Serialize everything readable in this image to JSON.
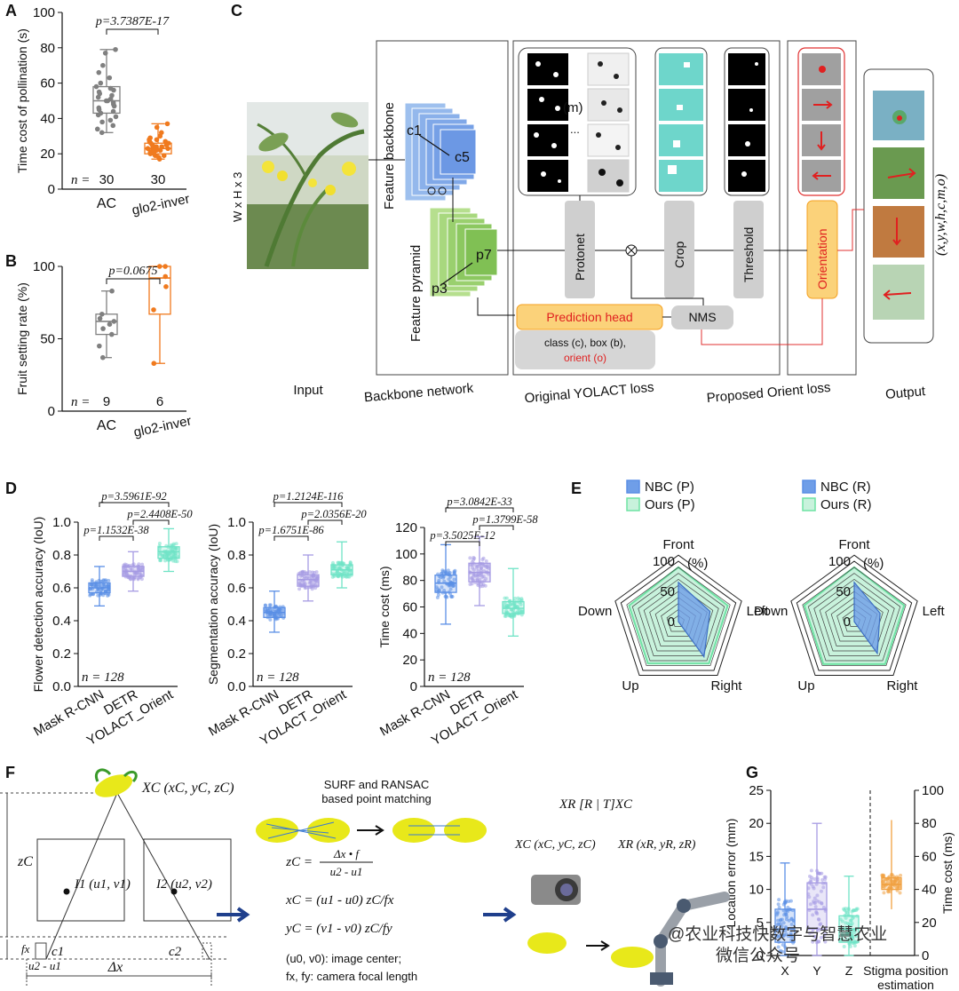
{
  "panel_labels": {
    "a": "A",
    "b": "B",
    "c": "C",
    "d": "D",
    "e": "E",
    "f": "F",
    "g": "G"
  },
  "watermark": {
    "line1": "@农业科技快数字与智慧农业",
    "line2": "微信公众号"
  },
  "chart_data": [
    {
      "id": "A",
      "type": "box",
      "ylabel": "Time cost of pollination (s)",
      "categories": [
        "AC",
        "glo2-inver"
      ],
      "n_prefix": "n =",
      "n_values": [
        "30",
        "30"
      ],
      "p_label": "p=3.7387E-17",
      "ylim": [
        0,
        100
      ],
      "yticks": [
        0,
        20,
        40,
        60,
        80,
        100
      ],
      "colors": [
        "#808080",
        "#f07a1e"
      ],
      "series": [
        {
          "name": "AC",
          "min": 32,
          "q1": 43,
          "median": 50,
          "q3": 58,
          "max": 79,
          "points": [
            32,
            34,
            36,
            38,
            39,
            41,
            42,
            43,
            44,
            45,
            46,
            47,
            48,
            49,
            50,
            50,
            51,
            52,
            53,
            54,
            55,
            56,
            57,
            58,
            60,
            63,
            66,
            70,
            77,
            79
          ]
        },
        {
          "name": "glo2-inver",
          "min": 17,
          "q1": 20,
          "median": 23,
          "q3": 26,
          "max": 37,
          "points": [
            17,
            18,
            19,
            19,
            20,
            20,
            21,
            21,
            22,
            22,
            22,
            23,
            23,
            23,
            24,
            24,
            24,
            25,
            25,
            26,
            26,
            27,
            27,
            28,
            28,
            29,
            30,
            32,
            35,
            37
          ]
        }
      ]
    },
    {
      "id": "B",
      "type": "box",
      "ylabel": "Fruit setting rate (%)",
      "categories": [
        "AC",
        "glo2-inver"
      ],
      "n_prefix": "n =",
      "n_values": [
        "9",
        "6"
      ],
      "p_label": "p=0.0675",
      "ylim": [
        0,
        100
      ],
      "yticks": [
        0,
        50,
        100
      ],
      "colors": [
        "#808080",
        "#f07a1e"
      ],
      "series": [
        {
          "name": "AC",
          "min": 37,
          "q1": 53,
          "median": 62,
          "q3": 67,
          "max": 83,
          "points": [
            37,
            45,
            53,
            57,
            60,
            62,
            64,
            67,
            83
          ]
        },
        {
          "name": "glo2-inver",
          "min": 33,
          "q1": 67,
          "median": 92,
          "q3": 100,
          "max": 100,
          "points": [
            33,
            70,
            86,
            93,
            100,
            100
          ]
        }
      ]
    },
    {
      "id": "D1",
      "type": "box",
      "ylabel": "Flower detection accuracy (IoU)",
      "categories": [
        "Mask R-CNN",
        "DETR",
        "YOLACT_Orient"
      ],
      "n_label": "n = 128",
      "p_labels": [
        "p=1.1532E-38",
        "p=2.4408E-50",
        "p=3.5961E-92"
      ],
      "ylim": [
        0,
        1.0
      ],
      "yticks": [
        "0.0",
        "0.2",
        "0.4",
        "0.6",
        "0.8",
        "1.0"
      ],
      "colors": [
        "#5b8fe6",
        "#a69be3",
        "#6fe3c6"
      ],
      "series": [
        {
          "name": "Mask R-CNN",
          "min": 0.49,
          "q1": 0.57,
          "median": 0.6,
          "q3": 0.63,
          "max": 0.73
        },
        {
          "name": "DETR",
          "min": 0.58,
          "q1": 0.67,
          "median": 0.7,
          "q3": 0.73,
          "max": 0.82
        },
        {
          "name": "YOLACT_Orient",
          "min": 0.7,
          "q1": 0.78,
          "median": 0.82,
          "q3": 0.85,
          "max": 0.96
        }
      ]
    },
    {
      "id": "D2",
      "type": "box",
      "ylabel": "Segmentation accuracy (IoU)",
      "categories": [
        "Mask R-CNN",
        "DETR",
        "YOLACT_Orient"
      ],
      "n_label": "n = 128",
      "p_labels": [
        "p=1.6751E-86",
        "p=2.0356E-20",
        "p=1.2124E-116"
      ],
      "ylim": [
        0,
        1.0
      ],
      "yticks": [
        "0.0",
        "0.2",
        "0.4",
        "0.6",
        "0.8",
        "1.0"
      ],
      "colors": [
        "#5b8fe6",
        "#a69be3",
        "#6fe3c6"
      ],
      "series": [
        {
          "name": "Mask R-CNN",
          "min": 0.33,
          "q1": 0.42,
          "median": 0.45,
          "q3": 0.48,
          "max": 0.58
        },
        {
          "name": "DETR",
          "min": 0.52,
          "q1": 0.61,
          "median": 0.65,
          "q3": 0.68,
          "max": 0.8
        },
        {
          "name": "YOLACT_Orient",
          "min": 0.6,
          "q1": 0.68,
          "median": 0.71,
          "q3": 0.74,
          "max": 0.88
        }
      ]
    },
    {
      "id": "D3",
      "type": "box",
      "ylabel": "Time cost (ms)",
      "categories": [
        "Mask R-CNN",
        "DETR",
        "YOLACT_Orient"
      ],
      "n_label": "n = 128",
      "p_labels": [
        "p=3.5025E-12",
        "p=1.3799E-58",
        "p=3.0842E-33"
      ],
      "ylim": [
        0,
        120
      ],
      "yticks": [
        "0",
        "20",
        "40",
        "60",
        "80",
        "100",
        "120"
      ],
      "colors": [
        "#5b8fe6",
        "#a69be3",
        "#6fe3c6"
      ],
      "series": [
        {
          "name": "Mask R-CNN",
          "min": 47,
          "q1": 71,
          "median": 78,
          "q3": 84,
          "max": 107
        },
        {
          "name": "DETR",
          "min": 61,
          "q1": 79,
          "median": 86,
          "q3": 93,
          "max": 113
        },
        {
          "name": "YOLACT_Orient",
          "min": 38,
          "q1": 55,
          "median": 59,
          "q3": 64,
          "max": 89
        }
      ]
    },
    {
      "id": "E1",
      "type": "radar",
      "axes": [
        "Front",
        "Left",
        "Right",
        "Up",
        "Down"
      ],
      "rticks": [
        "0",
        "50",
        "100"
      ],
      "unit": "(%)",
      "series": [
        {
          "name": "NBC (P)",
          "color": "#5b8fe6",
          "values": [
            65,
            55,
            72,
            0,
            0
          ]
        },
        {
          "name": "Ours (P)",
          "color": "#6fe3a4",
          "values": [
            90,
            86,
            86,
            86,
            86
          ]
        }
      ]
    },
    {
      "id": "E2",
      "type": "radar",
      "axes": [
        "Front",
        "Left",
        "Right",
        "Up",
        "Down"
      ],
      "rticks": [
        "0",
        "50",
        "100"
      ],
      "unit": "(%)",
      "series": [
        {
          "name": "NBC (R)",
          "color": "#5b8fe6",
          "values": [
            65,
            45,
            65,
            0,
            0
          ]
        },
        {
          "name": "Ours (R)",
          "color": "#6fe3a4",
          "values": [
            90,
            87,
            87,
            87,
            87
          ]
        }
      ]
    },
    {
      "id": "G",
      "type": "box",
      "ylabel": "Location error (mm)",
      "ylabel2": "Time cost (ms)",
      "categories": [
        "X",
        "Y",
        "Z"
      ],
      "category2": "Stigma position estimation",
      "ylim": [
        0,
        25
      ],
      "yticks": [
        "0",
        "5",
        "10",
        "15",
        "20",
        "25"
      ],
      "ylim2": [
        0,
        100
      ],
      "yticks2": [
        "0",
        "20",
        "40",
        "60",
        "80",
        "100"
      ],
      "colors": [
        "#5b8fe6",
        "#a69be3",
        "#6fe3c6",
        "#f0a040"
      ],
      "series": [
        {
          "name": "X",
          "min": 0,
          "q1": 2,
          "median": 4,
          "q3": 7,
          "max": 14
        },
        {
          "name": "Y",
          "min": 0,
          "q1": 4,
          "median": 7,
          "q3": 11,
          "max": 20
        },
        {
          "name": "Z",
          "min": 0,
          "q1": 2,
          "median": 4,
          "q3": 6,
          "max": 12
        }
      ],
      "series2": [
        {
          "name": "Stigma position estimation",
          "min": 28,
          "q1": 40,
          "median": 43,
          "q3": 47,
          "max": 82
        }
      ]
    }
  ],
  "panel_c": {
    "input_dims": "W x H x 3",
    "feature_backbone": "Feature backbone",
    "feature_pyramid": "Feature pyramid",
    "c1": "c1",
    "c5": "c5",
    "p3": "p3",
    "p7": "p7",
    "m": "(m)",
    "dots": "...",
    "protonet": "Protonet",
    "crop": "Crop",
    "threshold": "Threshold",
    "orientation": "Orientation",
    "prediction_head": "Prediction head",
    "class_box": "class (c), box (b),",
    "orient": "orient (o)",
    "nms": "NMS",
    "output_tuple": "(x,y,w,h,c,m,o)",
    "captions": [
      "Input",
      "Backbone network",
      "Original YOLACT loss",
      "Proposed Orient loss",
      "Output"
    ]
  },
  "panel_f": {
    "xc_main": "XC (xC, yC, zC)",
    "zc": "zC",
    "i1": "I1 (u1, v1)",
    "i2": "I2 (u2, v2)",
    "fx": "fx",
    "c1": "c1",
    "c2": "c2",
    "u_diff": "u2 - u1",
    "delta": "Δx",
    "surf": "SURF and RANSAC",
    "surf2": "based point matching",
    "eq1_l": "zC =",
    "eq1_num": "Δx • f",
    "eq1_den": "u2 - u1",
    "eq2": "xC = (u1 - u0) zC/fx",
    "eq3": "yC = (v1 - v0) zC/fy",
    "note1": "(u0, v0): image center;",
    "note2": "fx, fy: camera focal length",
    "transform": "XR  [R | T]XC",
    "xc2": "XC (xC, yC, zC)",
    "xr": "XR (xR, yR, zR)"
  }
}
